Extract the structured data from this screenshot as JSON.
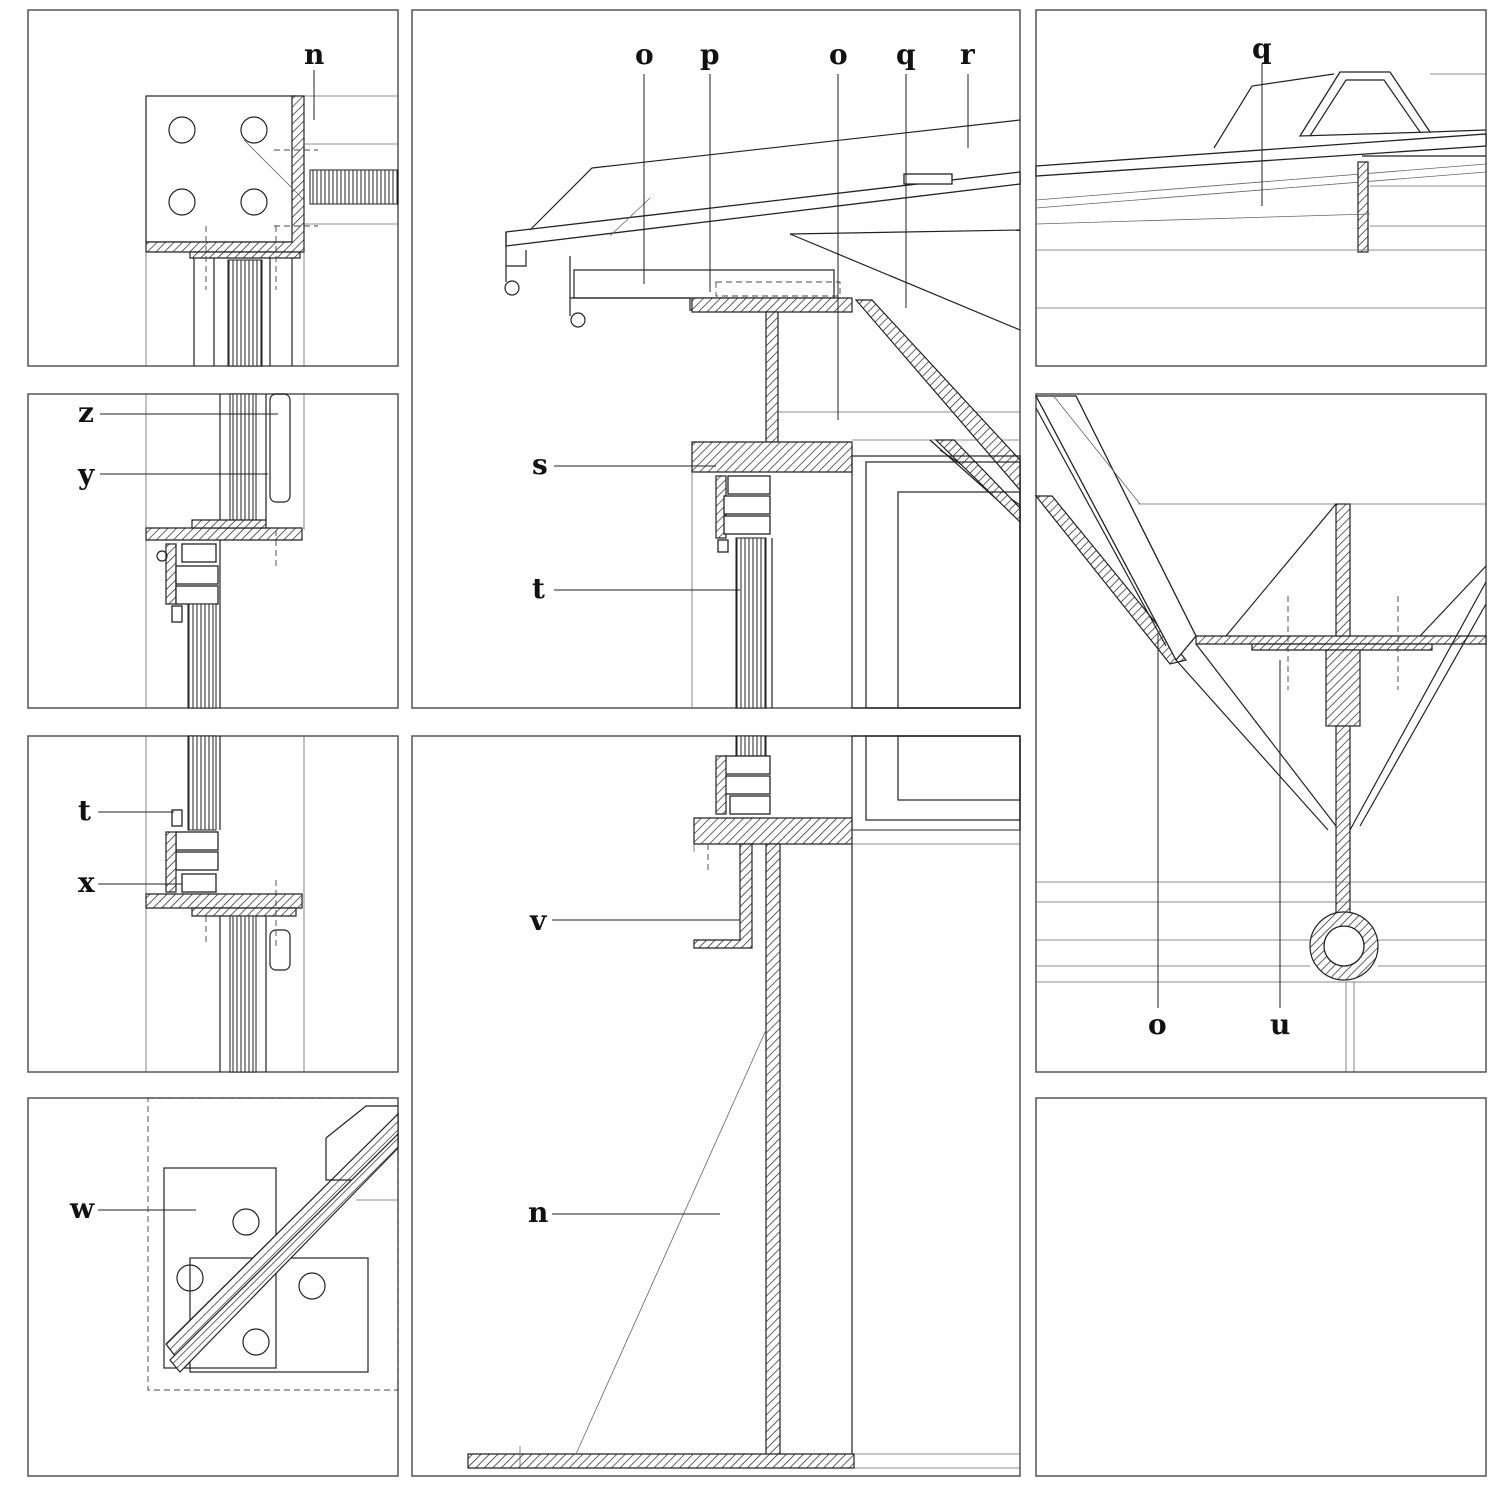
{
  "panels": {
    "top_left": {
      "labels": [
        "n"
      ]
    },
    "mid_left_1": {
      "labels": [
        "z",
        "y"
      ]
    },
    "mid_left_2": {
      "labels": [
        "t",
        "x"
      ]
    },
    "bottom_left": {
      "labels": [
        "w"
      ]
    },
    "center_top": {
      "labels": [
        "o",
        "p",
        "o",
        "q",
        "r",
        "s",
        "t"
      ]
    },
    "center_bottom": {
      "labels": [
        "v",
        "n"
      ]
    },
    "right_top": {
      "labels": [
        "q"
      ]
    },
    "right_mid": {
      "labels": [
        "o",
        "u"
      ]
    },
    "right_bottom": {
      "labels": []
    }
  }
}
